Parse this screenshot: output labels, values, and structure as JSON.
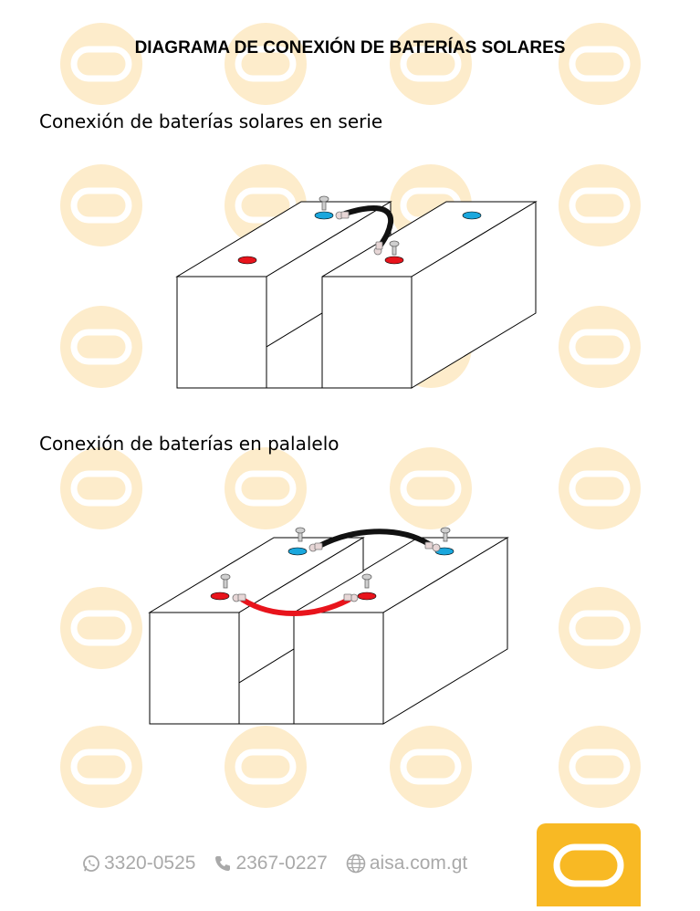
{
  "title": "DIAGRAMA DE CONEXIÓN DE BATERÍAS SOLARES",
  "sections": {
    "serie": {
      "heading": "Conexión de baterías solares en serie"
    },
    "paralelo": {
      "heading": "Conexión de baterías en palalelo"
    }
  },
  "footer": {
    "whatsapp": "3320-0525",
    "phone": "2367-0227",
    "web": "aisa.com.gt"
  },
  "icons": [
    "whatsapp-icon",
    "phone-icon",
    "globe-icon",
    "brand-logo"
  ],
  "colors": {
    "positive_terminal": "#e8141c",
    "negative_terminal": "#1aa7dd",
    "black_cable": "#111111",
    "red_cable": "#e8141c",
    "brand": "#f8b924",
    "watermark": "#fdeccb"
  }
}
